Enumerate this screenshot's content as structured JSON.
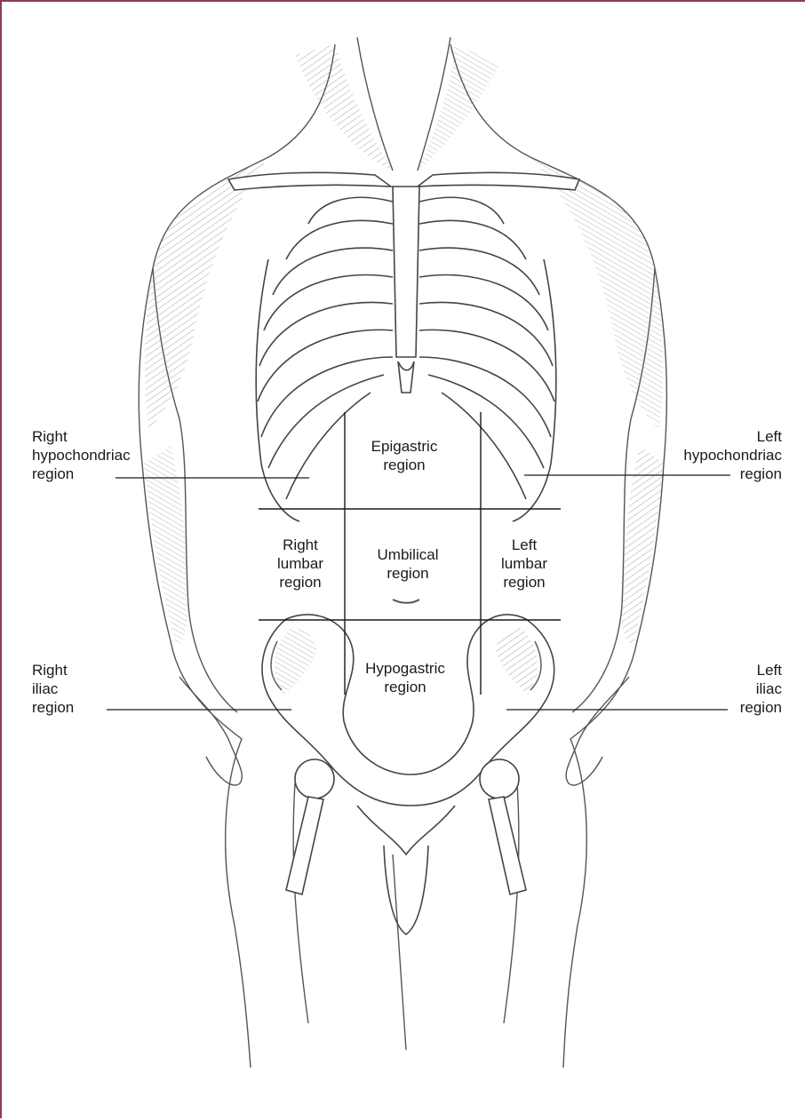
{
  "figure": {
    "subject": "anterior view of human torso with ribcage and pelvis showing the nine abdominal regions",
    "colors": {
      "frame": "#8a3b5a",
      "ink": "#1a1a1a",
      "sketch": "#555555",
      "muscle_shading": "#9a9a9a"
    }
  },
  "labels": {
    "right_hypochondriac": [
      "Right",
      "hypochondriac",
      "region"
    ],
    "epigastric": [
      "Epigastric",
      "region"
    ],
    "left_hypochondriac": [
      "Left",
      "hypochondriac",
      "region"
    ],
    "right_lumbar": [
      "Right",
      "lumbar",
      "region"
    ],
    "umbilical": [
      "Umbilical",
      "region"
    ],
    "left_lumbar": [
      "Left",
      "lumbar",
      "region"
    ],
    "right_iliac": [
      "Right",
      "iliac",
      "region"
    ],
    "hypogastric": [
      "Hypogastric",
      "region"
    ],
    "left_iliac": [
      "Left",
      "iliac",
      "region"
    ]
  }
}
